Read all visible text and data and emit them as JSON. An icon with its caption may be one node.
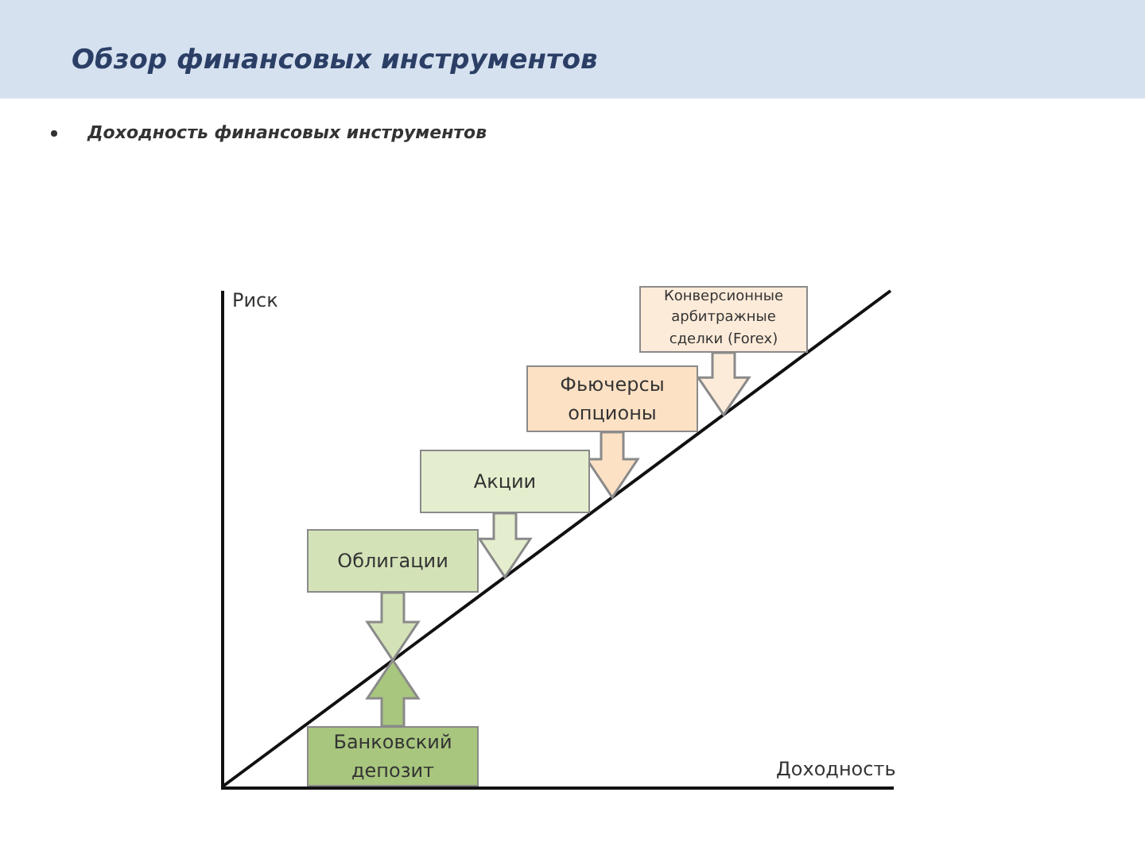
{
  "diagram": {
    "title": "Обзор финансовых инструментов",
    "nodes": [
      {
        "text": [
          "Банковский депозит"
        ]
      },
      {
        "text": [
          "Облигации"
        ]
      },
      {
        "text": [
          "Акции"
        ]
      },
      {
        "text": [
          "Фьючерсы опционы"
        ]
      },
      {
        "text": [
          "Конверсионные арбитражные сделки (Forex)"
        ]
      }
    ],
    "edges": [
      {
        "from": 0,
        "to": null,
        "arrow": "to"
      },
      {
        "from": 1,
        "to": null,
        "arrow": "to"
      },
      {
        "from": 2,
        "to": null,
        "arrow": "to"
      },
      {
        "from": 3,
        "to": null,
        "arrow": "to"
      },
      {
        "from": 4,
        "to": null,
        "arrow": "to"
      }
    ],
    "labels": [
      "Доходность финансовых инструментов",
      "Риск",
      "Доходность"
    ]
  }
}
